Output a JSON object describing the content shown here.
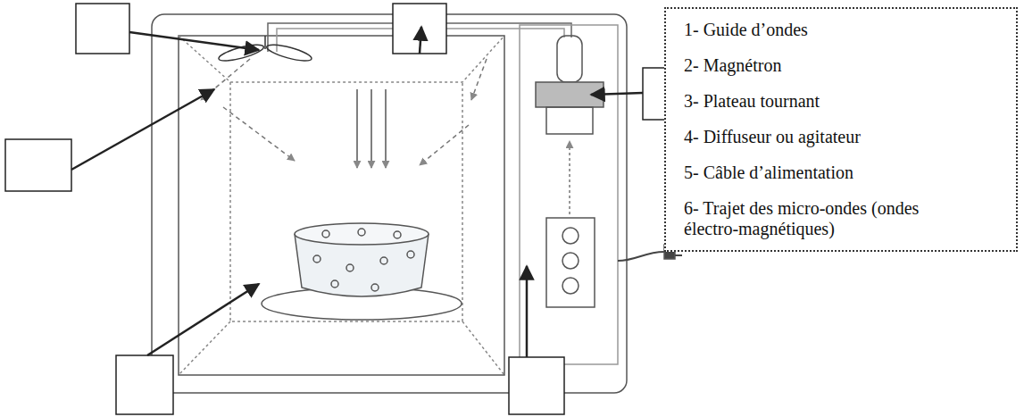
{
  "diagram": {
    "nodes": [
      {
        "text": [
          "1- Guide d’ondes",
          "2- Magnétron",
          "3- Plateau tournant",
          "4- Diffuseur ou agitateur",
          "5- Câble d’alimentation",
          "6- Trajet des micro-ondes (ondes électro-magnétiques)"
        ]
      }
    ]
  }
}
